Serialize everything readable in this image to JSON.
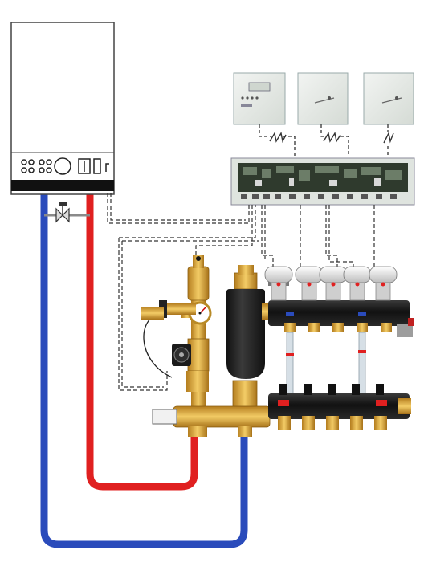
{
  "diagram": {
    "type": "underfloor-heating-manifold-schematic",
    "components": {
      "boiler": "boiler",
      "thermostats": [
        "room-thermostat",
        "room-thermostat",
        "room-thermostat"
      ],
      "wiring_center": "wiring-center",
      "pump": "circulation-pump",
      "separator": "hydraulic-separator",
      "gauge": "temperature-gauge",
      "mixing_valve": "mixing-valve",
      "flow_manifold": "flow-manifold",
      "return_manifold": "return-manifold",
      "actuators": [
        "actuator",
        "actuator",
        "actuator",
        "actuator",
        "actuator"
      ],
      "isolation_valve": "isolation-valve"
    },
    "colors": {
      "flow": "#e02020",
      "return": "#2a4bbb",
      "brass": "#d9a53a",
      "black": "#1a1a1a",
      "panel": "#e8ece8",
      "board": "#2f3a2d"
    }
  }
}
